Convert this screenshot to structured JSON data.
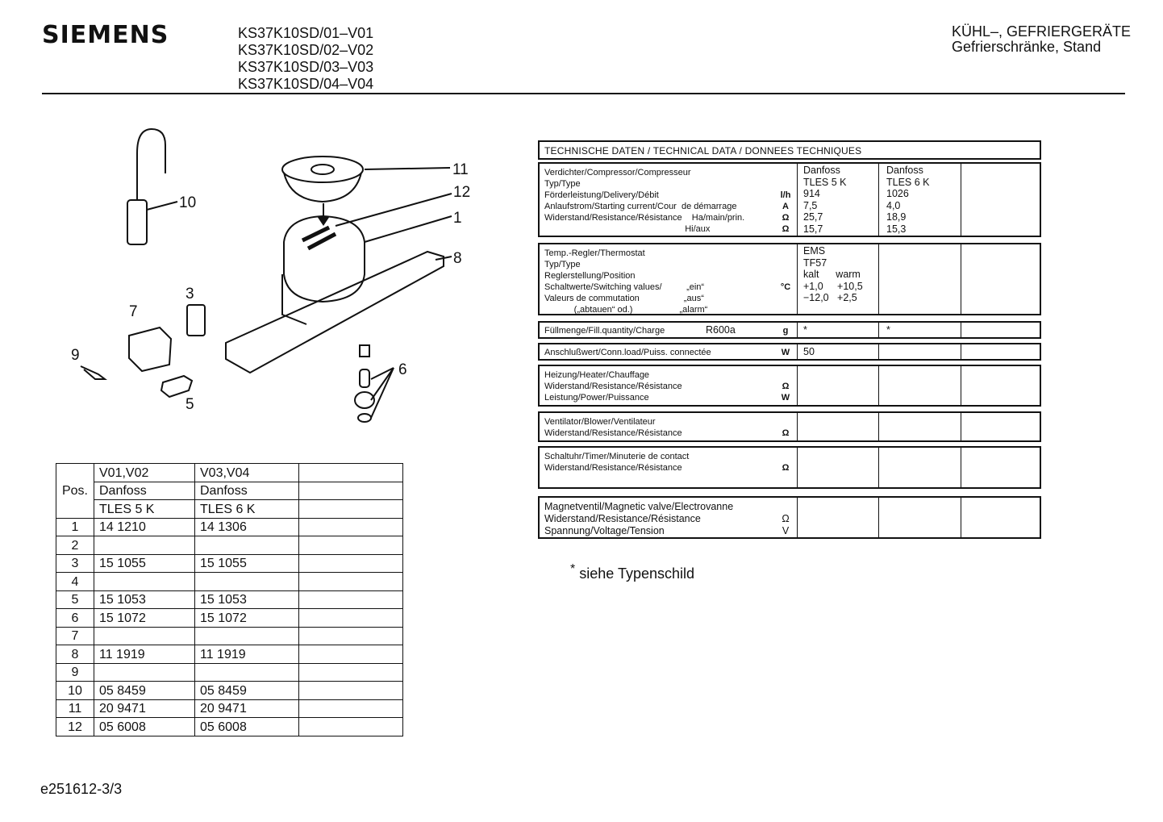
{
  "header": {
    "logo": "SIEMENS",
    "models": [
      "KS37K10SD/01–V01",
      "KS37K10SD/02–V02",
      "KS37K10SD/03–V03",
      "KS37K10SD/04–V04"
    ],
    "category_line1": "KÜHL–, GEFRIERGERÄTE",
    "category_line2": "Gefrierschränke, Stand"
  },
  "diagram": {
    "callouts": [
      "1",
      "3",
      "5",
      "6",
      "7",
      "8",
      "9",
      "10",
      "11",
      "12"
    ]
  },
  "parts_table": {
    "pos_header": "Pos.",
    "col_headers": [
      [
        "V01,V02",
        "Danfoss",
        "TLES 5 K"
      ],
      [
        "V03,V04",
        "Danfoss",
        "TLES 6 K"
      ]
    ],
    "rows": [
      {
        "pos": "1",
        "a": "14 1210",
        "b": "14 1306"
      },
      {
        "pos": "2",
        "a": "",
        "b": ""
      },
      {
        "pos": "3",
        "a": "15 1055",
        "b": "15 1055"
      },
      {
        "pos": "4",
        "a": "",
        "b": ""
      },
      {
        "pos": "5",
        "a": "15 1053",
        "b": "15 1053"
      },
      {
        "pos": "6",
        "a": "15 1072",
        "b": "15 1072"
      },
      {
        "pos": "7",
        "a": "",
        "b": ""
      },
      {
        "pos": "8",
        "a": "11 1919",
        "b": "11 1919"
      },
      {
        "pos": "9",
        "a": "",
        "b": ""
      },
      {
        "pos": "10",
        "a": "05 8459",
        "b": "05 8459"
      },
      {
        "pos": "11",
        "a": "20 9471",
        "b": "20 9471"
      },
      {
        "pos": "12",
        "a": "05 6008",
        "b": "05 6008"
      }
    ]
  },
  "tech": {
    "title": "TECHNISCHE DATEN / TECHNICAL DATA / DONNEES TECHNIQUES",
    "compressor": {
      "labels": [
        "Verdichter/Compressor/Compresseur",
        "Typ/Type",
        "Förderleistung/Delivery/Débit",
        "Anlaufstrom/Starting current/Cour  de démarrage",
        "Widerstand/Resistance/Résistance    Ha/main/prin.",
        "                                                         Hi/aux"
      ],
      "units": [
        "",
        "",
        "l/h",
        "A",
        "Ω",
        "Ω"
      ],
      "v1": [
        "Danfoss",
        "TLES 5 K",
        "914",
        "7,5",
        "25,7",
        "15,7"
      ],
      "v2": [
        "Danfoss",
        "TLES 6 K",
        "1026",
        "4,0",
        "18,9",
        "15,3"
      ]
    },
    "thermostat": {
      "labels": [
        "Temp.-Regler/Thermostat",
        "Typ/Type",
        "Reglerstellung/Position",
        "Schaltwerte/Switching values/          „ein“",
        "Valeurs de commutation                  „aus“",
        "            („abtauen“ od.)                   „alarm“"
      ],
      "units": [
        "",
        "",
        "",
        "°C",
        "",
        ""
      ],
      "v1": [
        "EMS",
        "TF57",
        "kalt      warm",
        "+1,0     +10,5",
        "−12,0   +2,5",
        ""
      ]
    },
    "charge": {
      "label": "Füllmenge/Fill.quantity/Charge",
      "refrigerant": "R600a",
      "unit": "g",
      "v1": "*",
      "v2": "*"
    },
    "connload": {
      "label": "Anschlußwert/Conn.load/Puiss. connectée",
      "unit": "W",
      "v1": "50"
    },
    "heater": {
      "labels": [
        "Heizung/Heater/Chauffage",
        "Widerstand/Resistance/Résistance",
        "Leistung/Power/Puissance"
      ],
      "units": [
        "",
        "Ω",
        "W"
      ]
    },
    "blower": {
      "labels": [
        "Ventilator/Blower/Ventilateur",
        "Widerstand/Resistance/Résistance"
      ],
      "units": [
        "",
        "Ω"
      ]
    },
    "timer": {
      "labels": [
        "Schaltuhr/Timer/Minuterie de contact",
        "Widerstand/Resistance/Résistance"
      ],
      "units": [
        "",
        "Ω"
      ]
    },
    "valve": {
      "labels": [
        "Magnetventil/Magnetic valve/Electrovanne",
        "Widerstand/Resistance/Résistance",
        "Spannung/Voltage/Tension"
      ],
      "units": [
        "",
        "Ω",
        "V"
      ]
    }
  },
  "note": {
    "star": "*",
    "text": " siehe Typenschild"
  },
  "footer": {
    "doc_id": "e251612-3/3"
  }
}
